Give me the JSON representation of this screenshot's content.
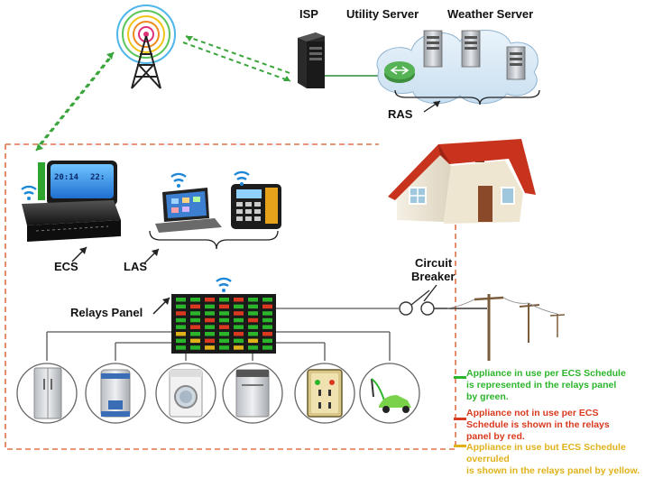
{
  "labels": {
    "isp": "ISP",
    "utility_server": "Utility Server",
    "weather_server": "Weather Server",
    "ras": "RAS",
    "ecs": "ECS",
    "las": "LAS",
    "relays_panel": "Relays Panel",
    "circuit_line1": "Circuit",
    "circuit_line2": "Breaker"
  },
  "ecs_display": {
    "left": "20:14",
    "right": "22:"
  },
  "legend": {
    "green": {
      "color": "#2bb52b",
      "lines": [
        "Appliance in use per ECS Schedule",
        "is represented in the relays panel",
        "by green."
      ]
    },
    "red": {
      "color": "#d93a1f",
      "lines": [
        "Appliance not in use per ECS",
        "Schedule is shown in the relays",
        "panel by red."
      ]
    },
    "yellow": {
      "color": "#e0b21a",
      "lines": [
        "Appliance in use but ECS Schedule",
        "overruled",
        "is shown in the relays panel by yellow."
      ]
    }
  },
  "appliances": [
    "fridge-icon",
    "water-heater-icon",
    "washing-machine-icon",
    "dishwasher-icon",
    "power-outlet-icon",
    "electric-car-icon"
  ],
  "colors": {
    "boundary": "#e0734a",
    "wireless_link": "#3aa53a",
    "wire": "#555555",
    "house_roof": "#c8331e"
  }
}
